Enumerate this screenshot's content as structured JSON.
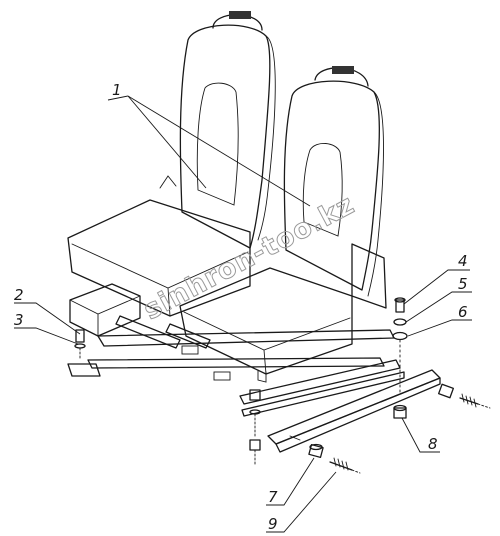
{
  "watermark": "sinhron-too.kz",
  "callouts": [
    {
      "id": "1",
      "label": "1"
    },
    {
      "id": "2",
      "label": "2"
    },
    {
      "id": "3",
      "label": "3"
    },
    {
      "id": "4",
      "label": "4"
    },
    {
      "id": "5",
      "label": "5"
    },
    {
      "id": "6",
      "label": "6"
    },
    {
      "id": "7",
      "label": "7"
    },
    {
      "id": "8",
      "label": "8"
    },
    {
      "id": "9",
      "label": "9"
    }
  ]
}
